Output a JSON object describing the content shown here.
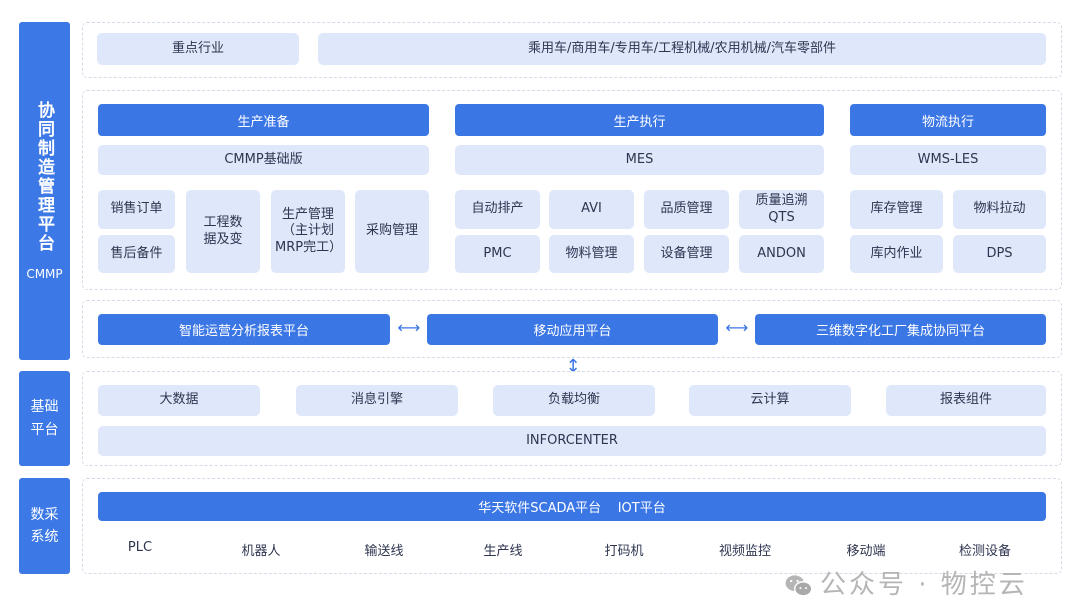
{
  "sidebar": {
    "cmmp": {
      "title": "协同制造管理平台",
      "sub": "CMMP"
    },
    "base": {
      "title": "基础\n平台"
    },
    "collect": {
      "title": "数采\n系统"
    }
  },
  "industry": {
    "label": "重点行业",
    "value": "乘用车/商用车/专用车/工程机械/农用机械/汽车零部件"
  },
  "prep": {
    "header": "生产准备",
    "system": "CMMP基础版",
    "items": [
      "销售订单",
      "售后备件",
      "工程数据及变",
      "生产管理（主计划MRP完工）",
      "采购管理"
    ]
  },
  "exec": {
    "header": "生产执行",
    "system": "MES",
    "items": [
      "自动排产",
      "AVI",
      "品质管理",
      "质量追溯QTS",
      "PMC",
      "物料管理",
      "设备管理",
      "ANDON"
    ]
  },
  "logistics": {
    "header": "物流执行",
    "system": "WMS-LES",
    "items": [
      "库存管理",
      "物料拉动",
      "库内作业",
      "DPS"
    ]
  },
  "platforms": [
    "智能运营分析报表平台",
    "移动应用平台",
    "三维数字化工厂集成协同平台"
  ],
  "base_items": [
    "大数据",
    "消息引擎",
    "负载均衡",
    "云计算",
    "报表组件"
  ],
  "inforcenter": "INFORCENTER",
  "scada": "华天软件SCADA平台    IOT平台",
  "devices": [
    "PLC",
    "机器人",
    "输送线",
    "生产线",
    "打码机",
    "视频监控",
    "移动端",
    "检测设备"
  ],
  "watermark": "公众号 · 物控云",
  "colors": {
    "primary": "#3b76e5",
    "light": "#dfe7fb",
    "text": "#2e3550"
  }
}
